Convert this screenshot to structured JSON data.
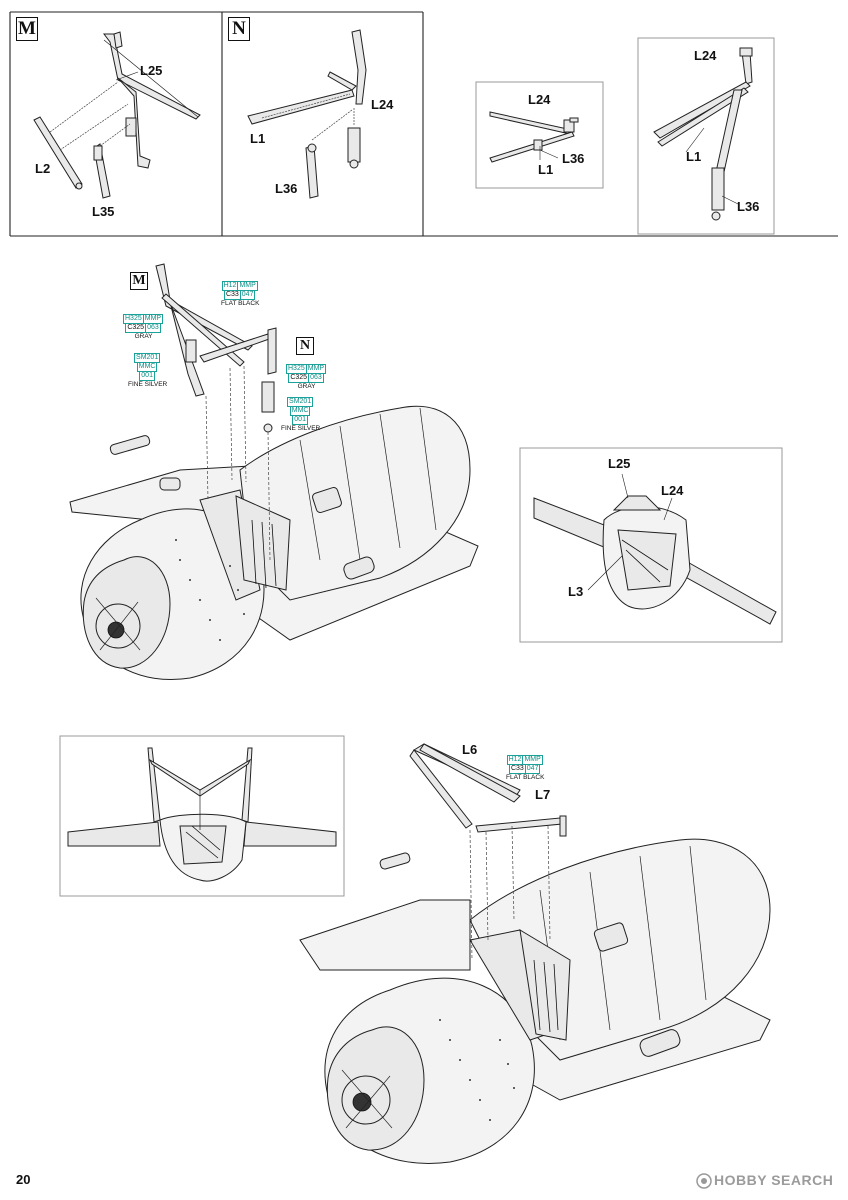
{
  "page_number": "20",
  "steps": {
    "m": "M",
    "n": "N"
  },
  "panel_m": {
    "labels": {
      "l25": "L25",
      "l2": "L2",
      "l35": "L35"
    }
  },
  "panel_n": {
    "labels": {
      "l24": "L24",
      "l1": "L1",
      "l36": "L36"
    }
  },
  "detail_a": {
    "labels": {
      "l24": "L24",
      "l36": "L36",
      "l1": "L1"
    }
  },
  "detail_b": {
    "labels": {
      "l24": "L24",
      "l1": "L1",
      "l36": "L36"
    }
  },
  "detail_c": {
    "labels": {
      "l25": "L25",
      "l24": "L24",
      "l3": "L3"
    }
  },
  "lower": {
    "labels": {
      "l6": "L6",
      "l7": "L7"
    }
  },
  "paints": {
    "p1": {
      "top": [
        "H12",
        "MMP"
      ],
      "bottom": [
        "C33",
        "047"
      ],
      "name": "FLAT BLACK"
    },
    "p2": {
      "top": [
        "H325",
        "MMP"
      ],
      "bottom": [
        "C325",
        "063"
      ],
      "name": "GRAY"
    },
    "p3": {
      "lines": [
        "SM201",
        "MMC",
        "001"
      ],
      "name": "FINE SILVER"
    },
    "p4": {
      "top": [
        "H325",
        "MMP"
      ],
      "bottom": [
        "C325",
        "063"
      ],
      "name": "GRAY"
    },
    "p5": {
      "lines": [
        "SM201",
        "MMC",
        "001"
      ],
      "name": "FINE SILVER"
    },
    "p6": {
      "top": [
        "H12",
        "MMP"
      ],
      "bottom": [
        "C33",
        "047"
      ],
      "name": "FLAT BLACK"
    }
  },
  "watermark": "HOBBY SEARCH"
}
